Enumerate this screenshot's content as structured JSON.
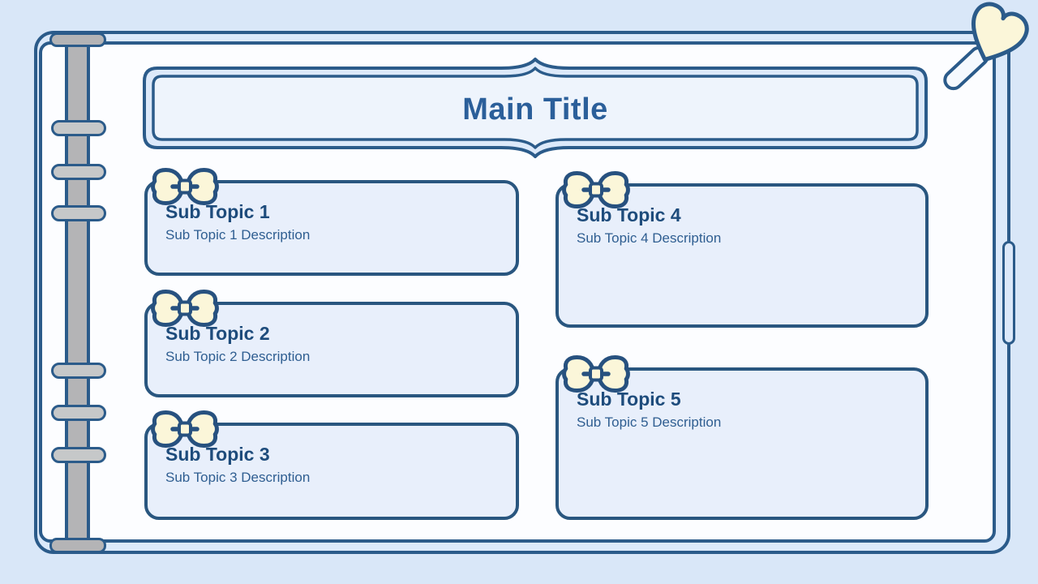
{
  "slide": {
    "main_title": "Main Title"
  },
  "cards": [
    {
      "title": "Sub Topic 1",
      "description": "Sub Topic 1 Description"
    },
    {
      "title": "Sub Topic 2",
      "description": "Sub Topic 2 Description"
    },
    {
      "title": "Sub Topic 3",
      "description": "Sub Topic 3 Description"
    },
    {
      "title": "Sub Topic 4",
      "description": "Sub Topic 4 Description"
    },
    {
      "title": "Sub Topic 5",
      "description": "Sub Topic 5 Description"
    }
  ],
  "decorations": {
    "bow_icon": "ribbon-bow",
    "heart_pin_icon": "heart-pin",
    "binder_ring_count": 6,
    "side_tab": "bookmark-tab"
  },
  "colors": {
    "background": "#d9e7f8",
    "cover_fill": "#dbe9fa",
    "page_fill": "#fcfdff",
    "card_fill": "#e8effb",
    "banner_fill": "#eef4fc",
    "outline_blue": "#2b5b8a",
    "title_text": "#2b5f9a",
    "card_title_text": "#1e4c7c",
    "card_desc_text": "#2f5e91",
    "bow_fill": "#fbf6d9",
    "spine_gray": "#b4b4b6",
    "ring_gray": "#c6c8c9"
  }
}
